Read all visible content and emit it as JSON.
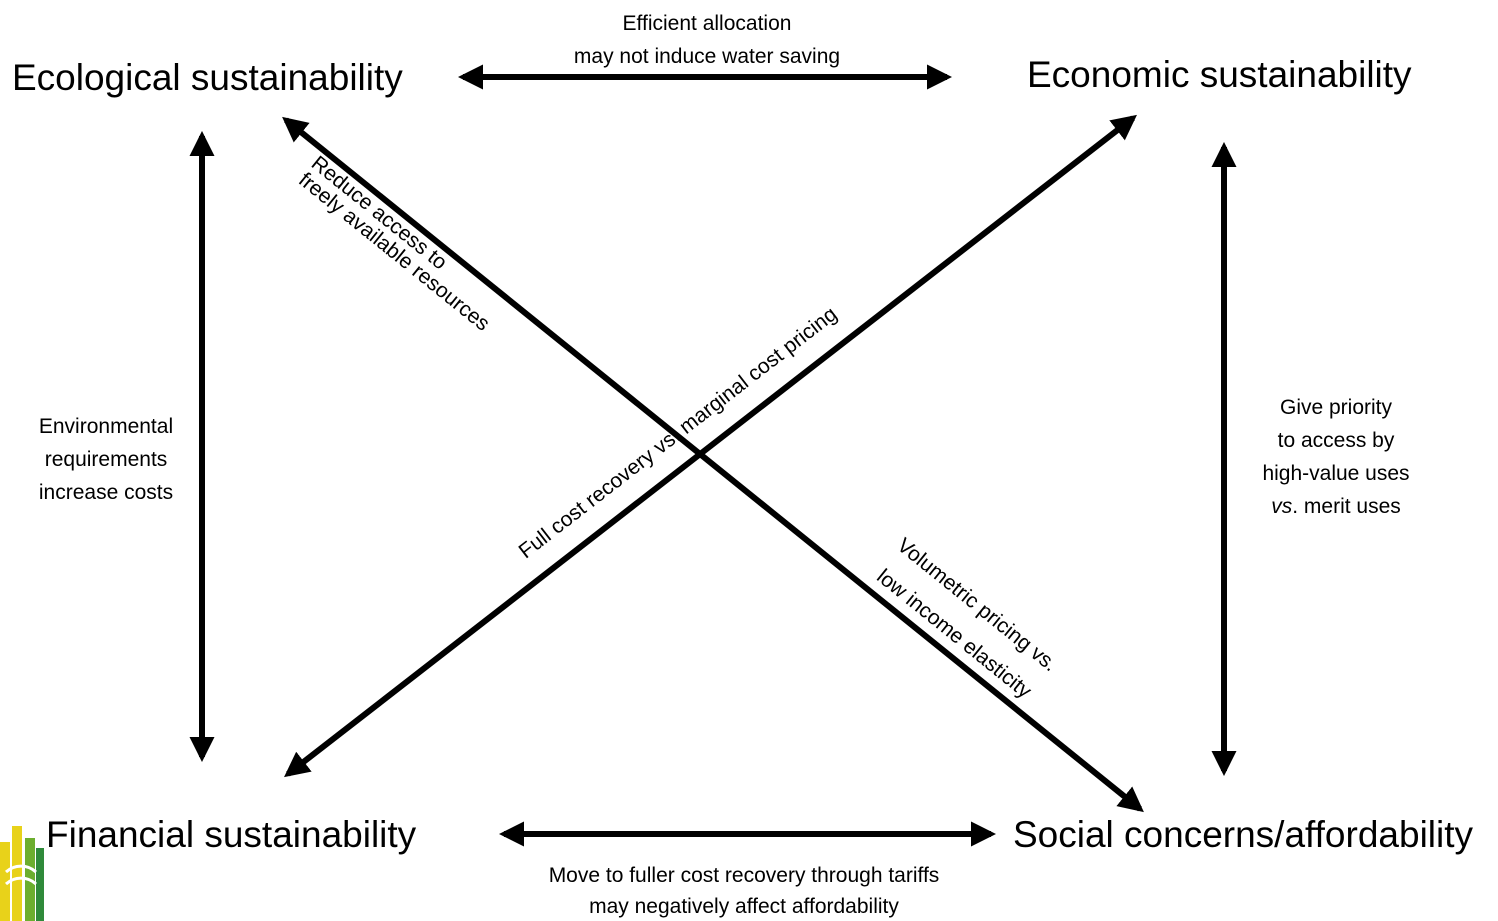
{
  "nodes": {
    "ecological": "Ecological sustainability",
    "economic": "Economic sustainability",
    "financial": "Financial sustainability",
    "social": "Social concerns/affordability"
  },
  "edges": {
    "top": [
      "Efficient allocation",
      "may not induce water saving"
    ],
    "left": [
      "Environmental",
      "requirements",
      "increase costs"
    ],
    "right": [
      "Give priority",
      "to access by",
      "high-value uses"
    ],
    "right_last_italic": "vs",
    "right_last_rest": ". merit uses",
    "bottom": [
      "Move to fuller cost recovery through tariffs",
      "may negatively affect affordability"
    ],
    "diag_up": "Full cost recovery vs. marginal cost pricing",
    "diag_down_upper": [
      "Reduce access to",
      "freely available resources"
    ],
    "diag_down_lower": [
      "Volumetric pricing vs.",
      "low income elasticity"
    ]
  },
  "colors": {
    "logo_yellow": "#e8d21a",
    "logo_green": "#6cae2e",
    "logo_dark_green": "#2f8a3a"
  }
}
